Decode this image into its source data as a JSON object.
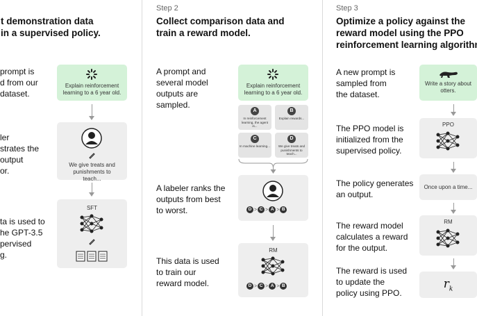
{
  "step1": {
    "title_line1": "t demonstration data",
    "title_line2": "in a supervised policy.",
    "text1": [
      "prompt is",
      "d from our",
      "dataset."
    ],
    "prompt_box": "Explain reinforcement learning to a 6 year old.",
    "text2": [
      "ler",
      "strates the",
      "output",
      "or."
    ],
    "labeler_output": "We give treats and punishments to teach...",
    "text3": [
      "ta is used to",
      "he GPT-3.5",
      "pervised",
      "g."
    ],
    "model_label": "SFT"
  },
  "step2": {
    "step_label": "Step 2",
    "title_line1": "Collect comparison data and",
    "title_line2": "train a reward model.",
    "text1": [
      "A prompt and",
      "several model",
      "outputs are",
      "sampled."
    ],
    "prompt_box": "Explain reinforcement learning to a 6 year old.",
    "outputs": [
      {
        "letter": "A",
        "text": "In reinforcement learning, the agent is..."
      },
      {
        "letter": "B",
        "text": "Explain rewards..."
      },
      {
        "letter": "C",
        "text": "In machine learning..."
      },
      {
        "letter": "D",
        "text": "We give treats and punishments to teach..."
      }
    ],
    "text2": [
      "A labeler ranks the",
      "outputs from best",
      "to worst."
    ],
    "ranking": [
      "D",
      ">",
      "C",
      ">",
      "A",
      ">",
      "B"
    ],
    "text3": [
      "This data is used",
      "to train our",
      "reward model."
    ],
    "model_label": "RM"
  },
  "step3": {
    "step_label": "Step 3",
    "title_line1": "Optimize a policy against the",
    "title_line2": "reward model using the PPO",
    "title_line3": "reinforcement learning algorithm.",
    "text1": [
      "A new prompt is",
      "sampled from",
      "the dataset."
    ],
    "prompt_box": "Write a story about otters.",
    "text2": [
      "The PPO model is",
      "initialized from the",
      "supervised policy."
    ],
    "ppo_label": "PPO",
    "text3": [
      "The policy generates",
      "an output."
    ],
    "output_text": "Once upon a time...",
    "text4": [
      "The reward model",
      "calculates a reward",
      "for the output."
    ],
    "rm_label": "RM",
    "text5": [
      "The reward is used",
      "to update the",
      "policy using PPO."
    ],
    "reward_symbol": "r",
    "reward_subscript": "k"
  }
}
